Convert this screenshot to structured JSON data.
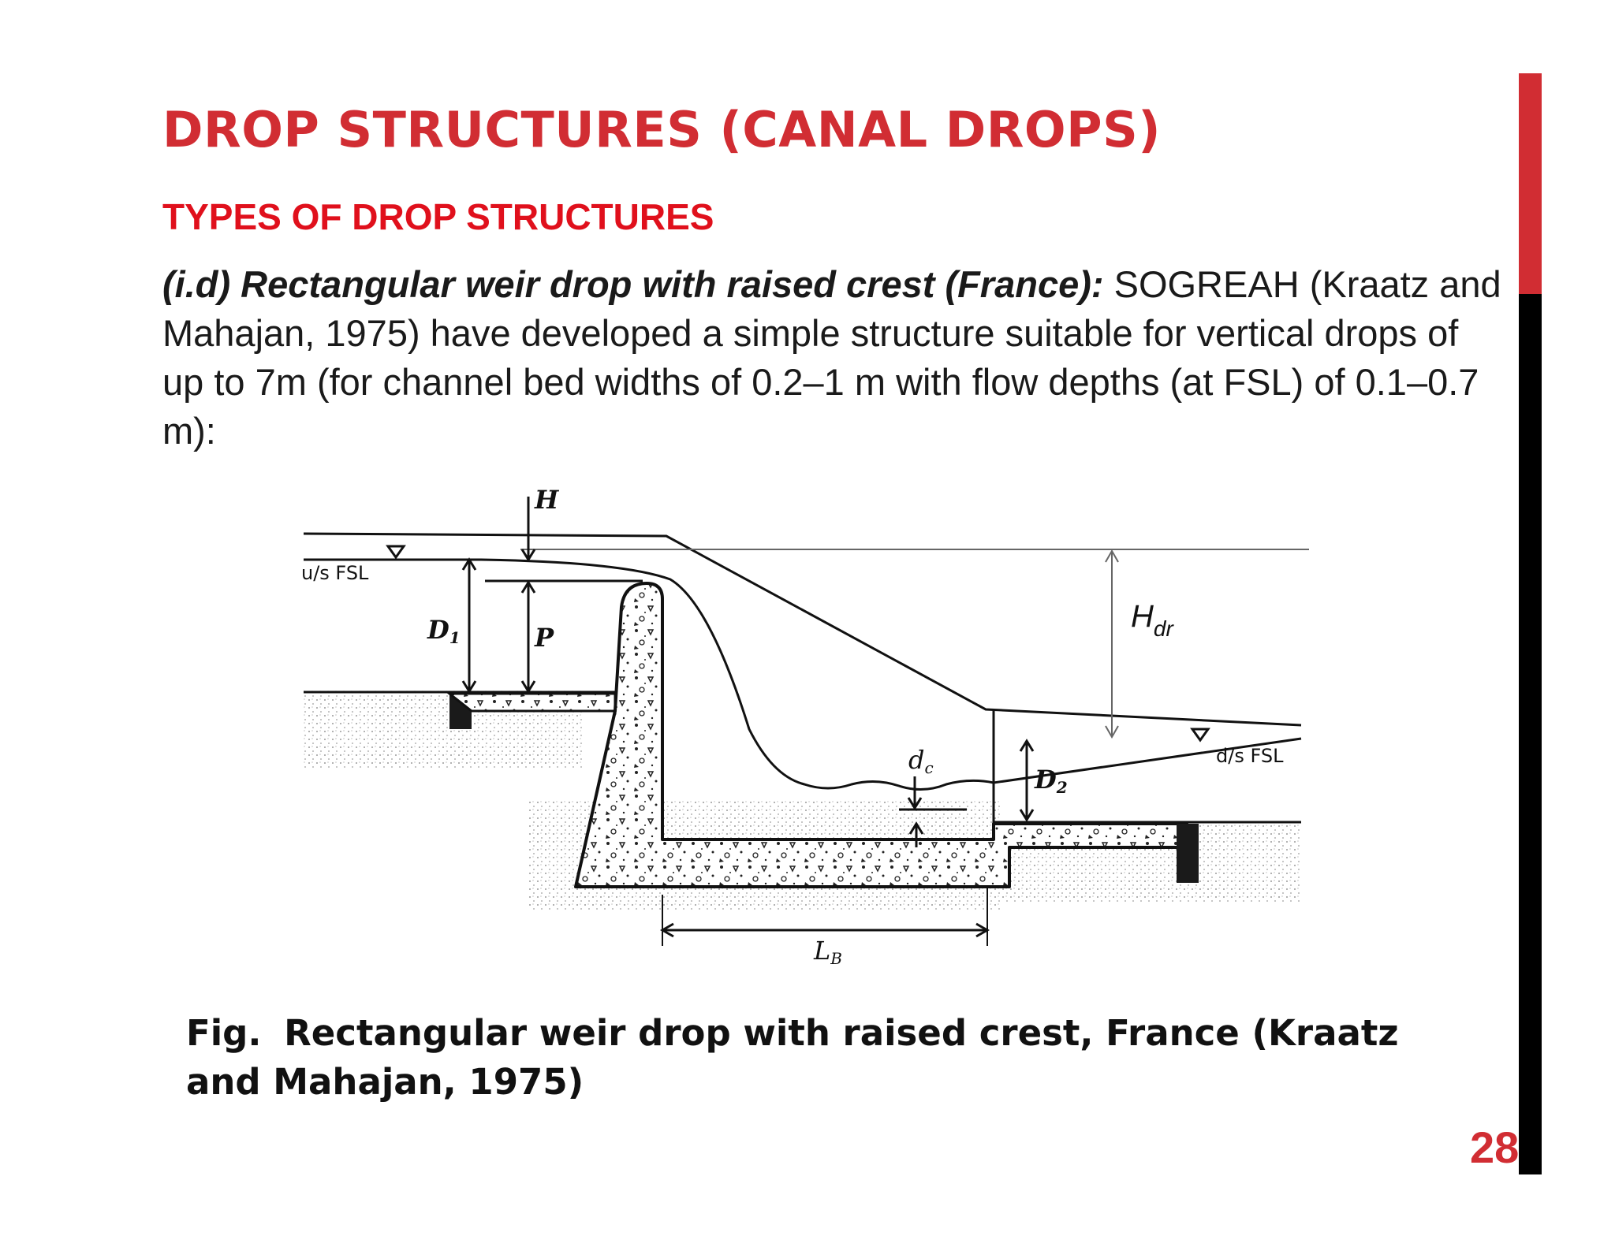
{
  "slide": {
    "title": "DROP STRUCTURES (CANAL DROPS)",
    "subtitle": "TYPES OF DROP STRUCTURES",
    "body_lead": "(i.d) Rectangular weir drop with raised crest (France):",
    "body_text": " SOGREAH (Kraatz and Mahajan, 1975) have developed a simple structure suitable for vertical drops of up to 7m (for channel bed widths of 0.2–1 m with flow depths (at FSL) of 0.1–0.7 m):",
    "page_number": "28",
    "colors": {
      "accent": "#d12d33",
      "subtitle": "#e0101c",
      "sidebar_bottom": "#000000"
    }
  },
  "figure": {
    "labels": {
      "H": "H",
      "us_fsl": "u/s FSL",
      "D1": "D",
      "D1_sub": "1",
      "P": "P",
      "Hdr": "H",
      "Hdr_sub": "dr",
      "dc": "d",
      "dc_sub": "c",
      "D2": "D",
      "D2_sub": "2",
      "ds_fsl": "d/s FSL",
      "LB": "L",
      "LB_sub": "B"
    },
    "caption_label": "Fig.",
    "caption_text": "Rectangular weir drop with raised crest, France (Kraatz and Mahajan, 1975)"
  }
}
